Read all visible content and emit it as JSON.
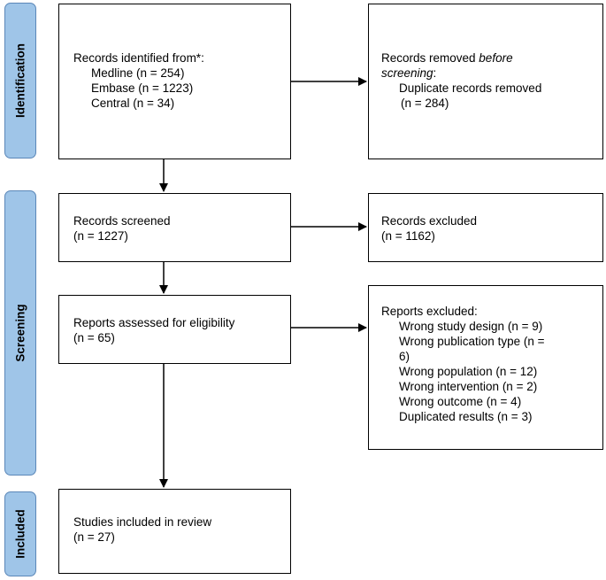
{
  "phases": {
    "identification": "Identification",
    "screening": "Screening",
    "included": "Included"
  },
  "boxes": {
    "identified": {
      "title": "Records identified from*:",
      "items": [
        "Medline (n = 254)",
        "Embase (n = 1223)",
        "Central (n = 34)"
      ]
    },
    "removed": {
      "line1_pre": "Records removed ",
      "line1_em": "before",
      "line2_em": "screening",
      "line2_post": ":",
      "items": [
        "Duplicate records removed",
        "(n = 284)"
      ]
    },
    "screened": {
      "title": "Records screened",
      "count": "(n = 1227)"
    },
    "excluded": {
      "title": "Records excluded",
      "count": "(n = 1162)"
    },
    "assessed": {
      "title": "Reports assessed for eligibility",
      "count": "(n = 65)"
    },
    "reports_excluded": {
      "title": "Reports excluded:",
      "items": [
        "Wrong study design (n = 9)",
        "Wrong publication type (n =",
        "6)",
        "Wrong population (n = 12)",
        "Wrong intervention (n = 2)",
        "Wrong outcome (n = 4)",
        "Duplicated results (n = 3)"
      ]
    },
    "included": {
      "title": "Studies included in review",
      "count": "(n = 27)"
    }
  },
  "colors": {
    "phase_fill": "#9fc5e8",
    "phase_border": "#5b87b8",
    "line": "#000000"
  }
}
